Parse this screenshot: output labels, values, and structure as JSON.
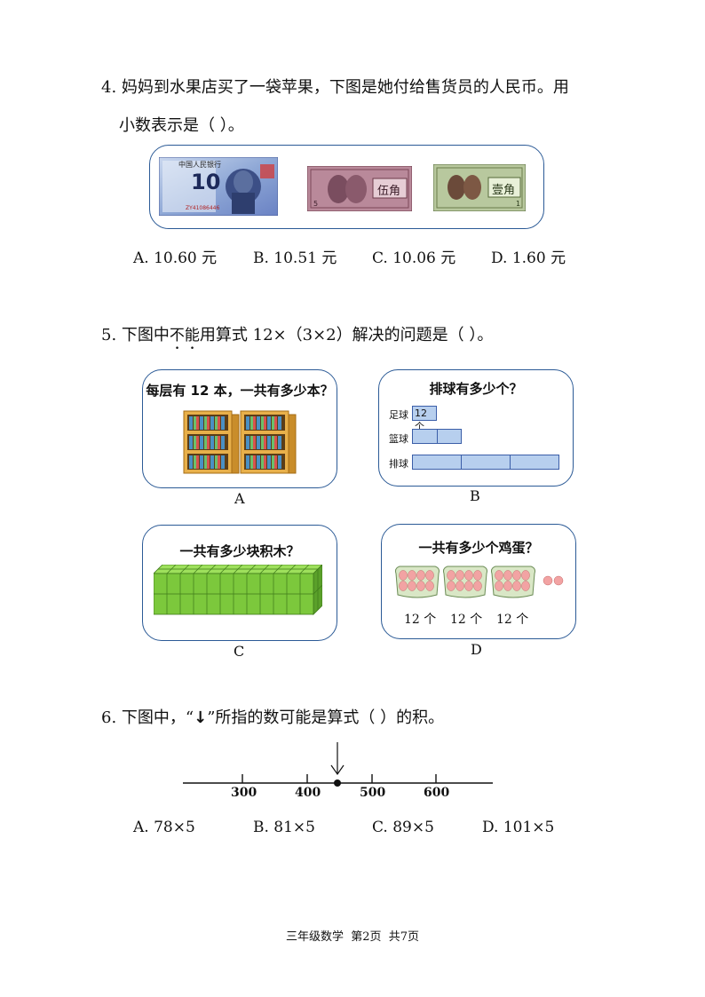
{
  "q4": {
    "line1": "4. 妈妈到水果店买了一袋苹果，下图是她付给售货员的人民币。用",
    "line2": "小数表示是（        ）。",
    "note10": {
      "header": "中国人民银行",
      "value": "10",
      "serial": "ZY41086446"
    },
    "note5j": {
      "text": "伍角",
      "corner": "5"
    },
    "note1j": {
      "text": "壹角",
      "corner": "1"
    },
    "options": [
      "A. 10.60 元",
      "B. 10.51 元",
      "C. 10.06 元",
      "D. 1.60 元"
    ]
  },
  "q5": {
    "pre": "5. 下图中",
    "emph": "不能",
    "post": "用算式 12×（3×2）解决的问题是（        ）。",
    "A": {
      "title": "每层有 12 本，一共有多少本？",
      "label": "A"
    },
    "B": {
      "title": "排球有多少个？",
      "rows": [
        "足球",
        "篮球",
        "排球"
      ],
      "value_label": "12个",
      "label": "B"
    },
    "C": {
      "title": "一共有多少块积木？",
      "label": "C"
    },
    "D": {
      "title": "一共有多少个鸡蛋？",
      "tray_labels": [
        "12 个",
        "12 个",
        "12 个"
      ],
      "label": "D"
    }
  },
  "q6": {
    "pre": "6. 下图中，“",
    "arrow": "↓",
    "post": "”所指的数可能是算式（        ）的积。",
    "ticks": [
      "300",
      "400",
      "500",
      "600"
    ],
    "options": [
      "A. 78×5",
      "B. 81×5",
      "C. 89×5",
      "D. 101×5"
    ]
  },
  "footer": "三年级数学  第2页  共7页"
}
